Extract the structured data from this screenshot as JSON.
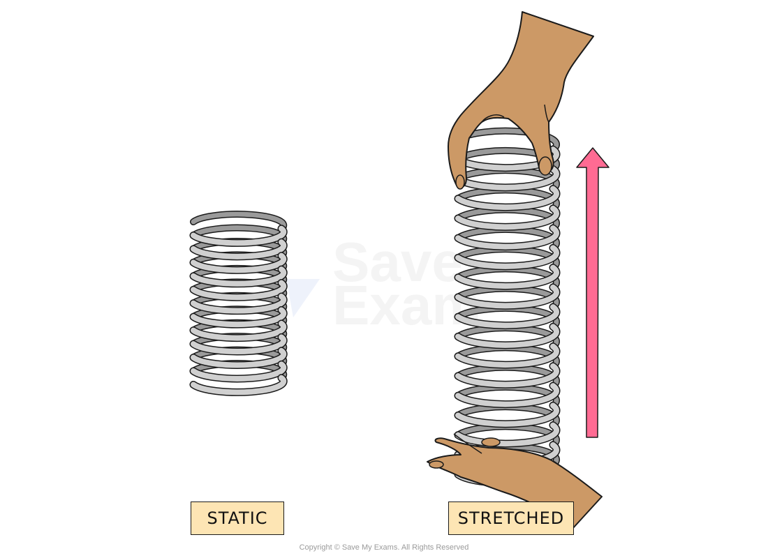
{
  "diagram": {
    "title": "Static vs stretched spring",
    "panels": [
      {
        "id": "static",
        "label": "STATIC",
        "coils": 12,
        "state": "relaxed"
      },
      {
        "id": "stretched",
        "label": "STRETCHED",
        "coils": 17,
        "state": "pulled apart by hands"
      }
    ],
    "arrow": {
      "direction": "up",
      "meaning": "stretching force",
      "color": "#ff6b93"
    },
    "colors": {
      "spring_front": "#d0d0d0",
      "spring_back": "#9a9a9a",
      "outline": "#1a1a1a",
      "skin": "#cc9966",
      "label_fill": "#fde5b4"
    }
  },
  "watermark": {
    "line1": "Save",
    "line2": "Exam"
  },
  "footer": {
    "copyright": "Copyright © Save My Exams. All Rights Reserved"
  }
}
